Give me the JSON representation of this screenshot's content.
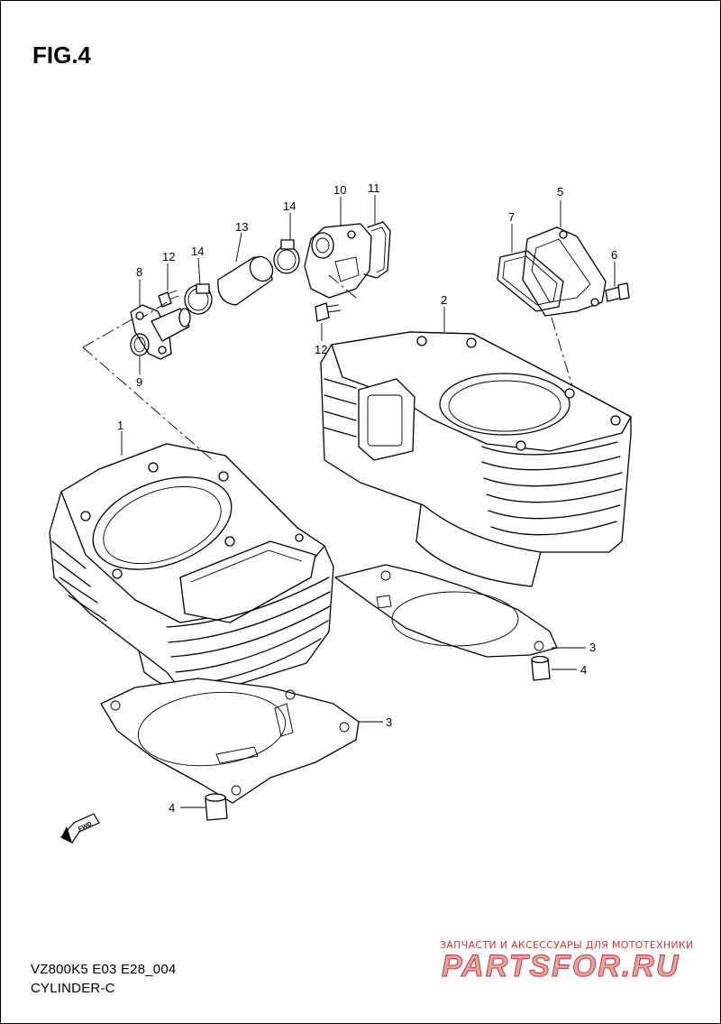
{
  "figure": {
    "title": "FIG.4",
    "model_code": "VZ800K5 E03 E28_004",
    "section_name": "CYLINDER-C"
  },
  "fwd_label": "FWD",
  "callouts": [
    {
      "id": "1",
      "part": "front-cylinder"
    },
    {
      "id": "2",
      "part": "rear-cylinder"
    },
    {
      "id": "3",
      "part": "gasket-rear"
    },
    {
      "id": "3",
      "part": "gasket-front"
    },
    {
      "id": "4",
      "part": "dowel-pin-rear"
    },
    {
      "id": "4",
      "part": "dowel-pin-front"
    },
    {
      "id": "5",
      "part": "rear-cover"
    },
    {
      "id": "6",
      "part": "bolt-rear"
    },
    {
      "id": "7",
      "part": "o-ring-rear"
    },
    {
      "id": "8",
      "part": "union-fitting"
    },
    {
      "id": "9",
      "part": "o-ring-front"
    },
    {
      "id": "10",
      "part": "thermostat-housing"
    },
    {
      "id": "11",
      "part": "housing-gasket"
    },
    {
      "id": "12",
      "part": "bolt-union"
    },
    {
      "id": "12",
      "part": "bolt-housing"
    },
    {
      "id": "13",
      "part": "hose"
    },
    {
      "id": "14",
      "part": "clamp-left"
    },
    {
      "id": "14",
      "part": "clamp-right"
    }
  ],
  "watermark": {
    "tagline": "ЗАПЧАСТИ И АКСЕССУАРЫ ДЛЯ МОТОТЕХНИКИ",
    "brand": "PARTSFOR.RU"
  }
}
